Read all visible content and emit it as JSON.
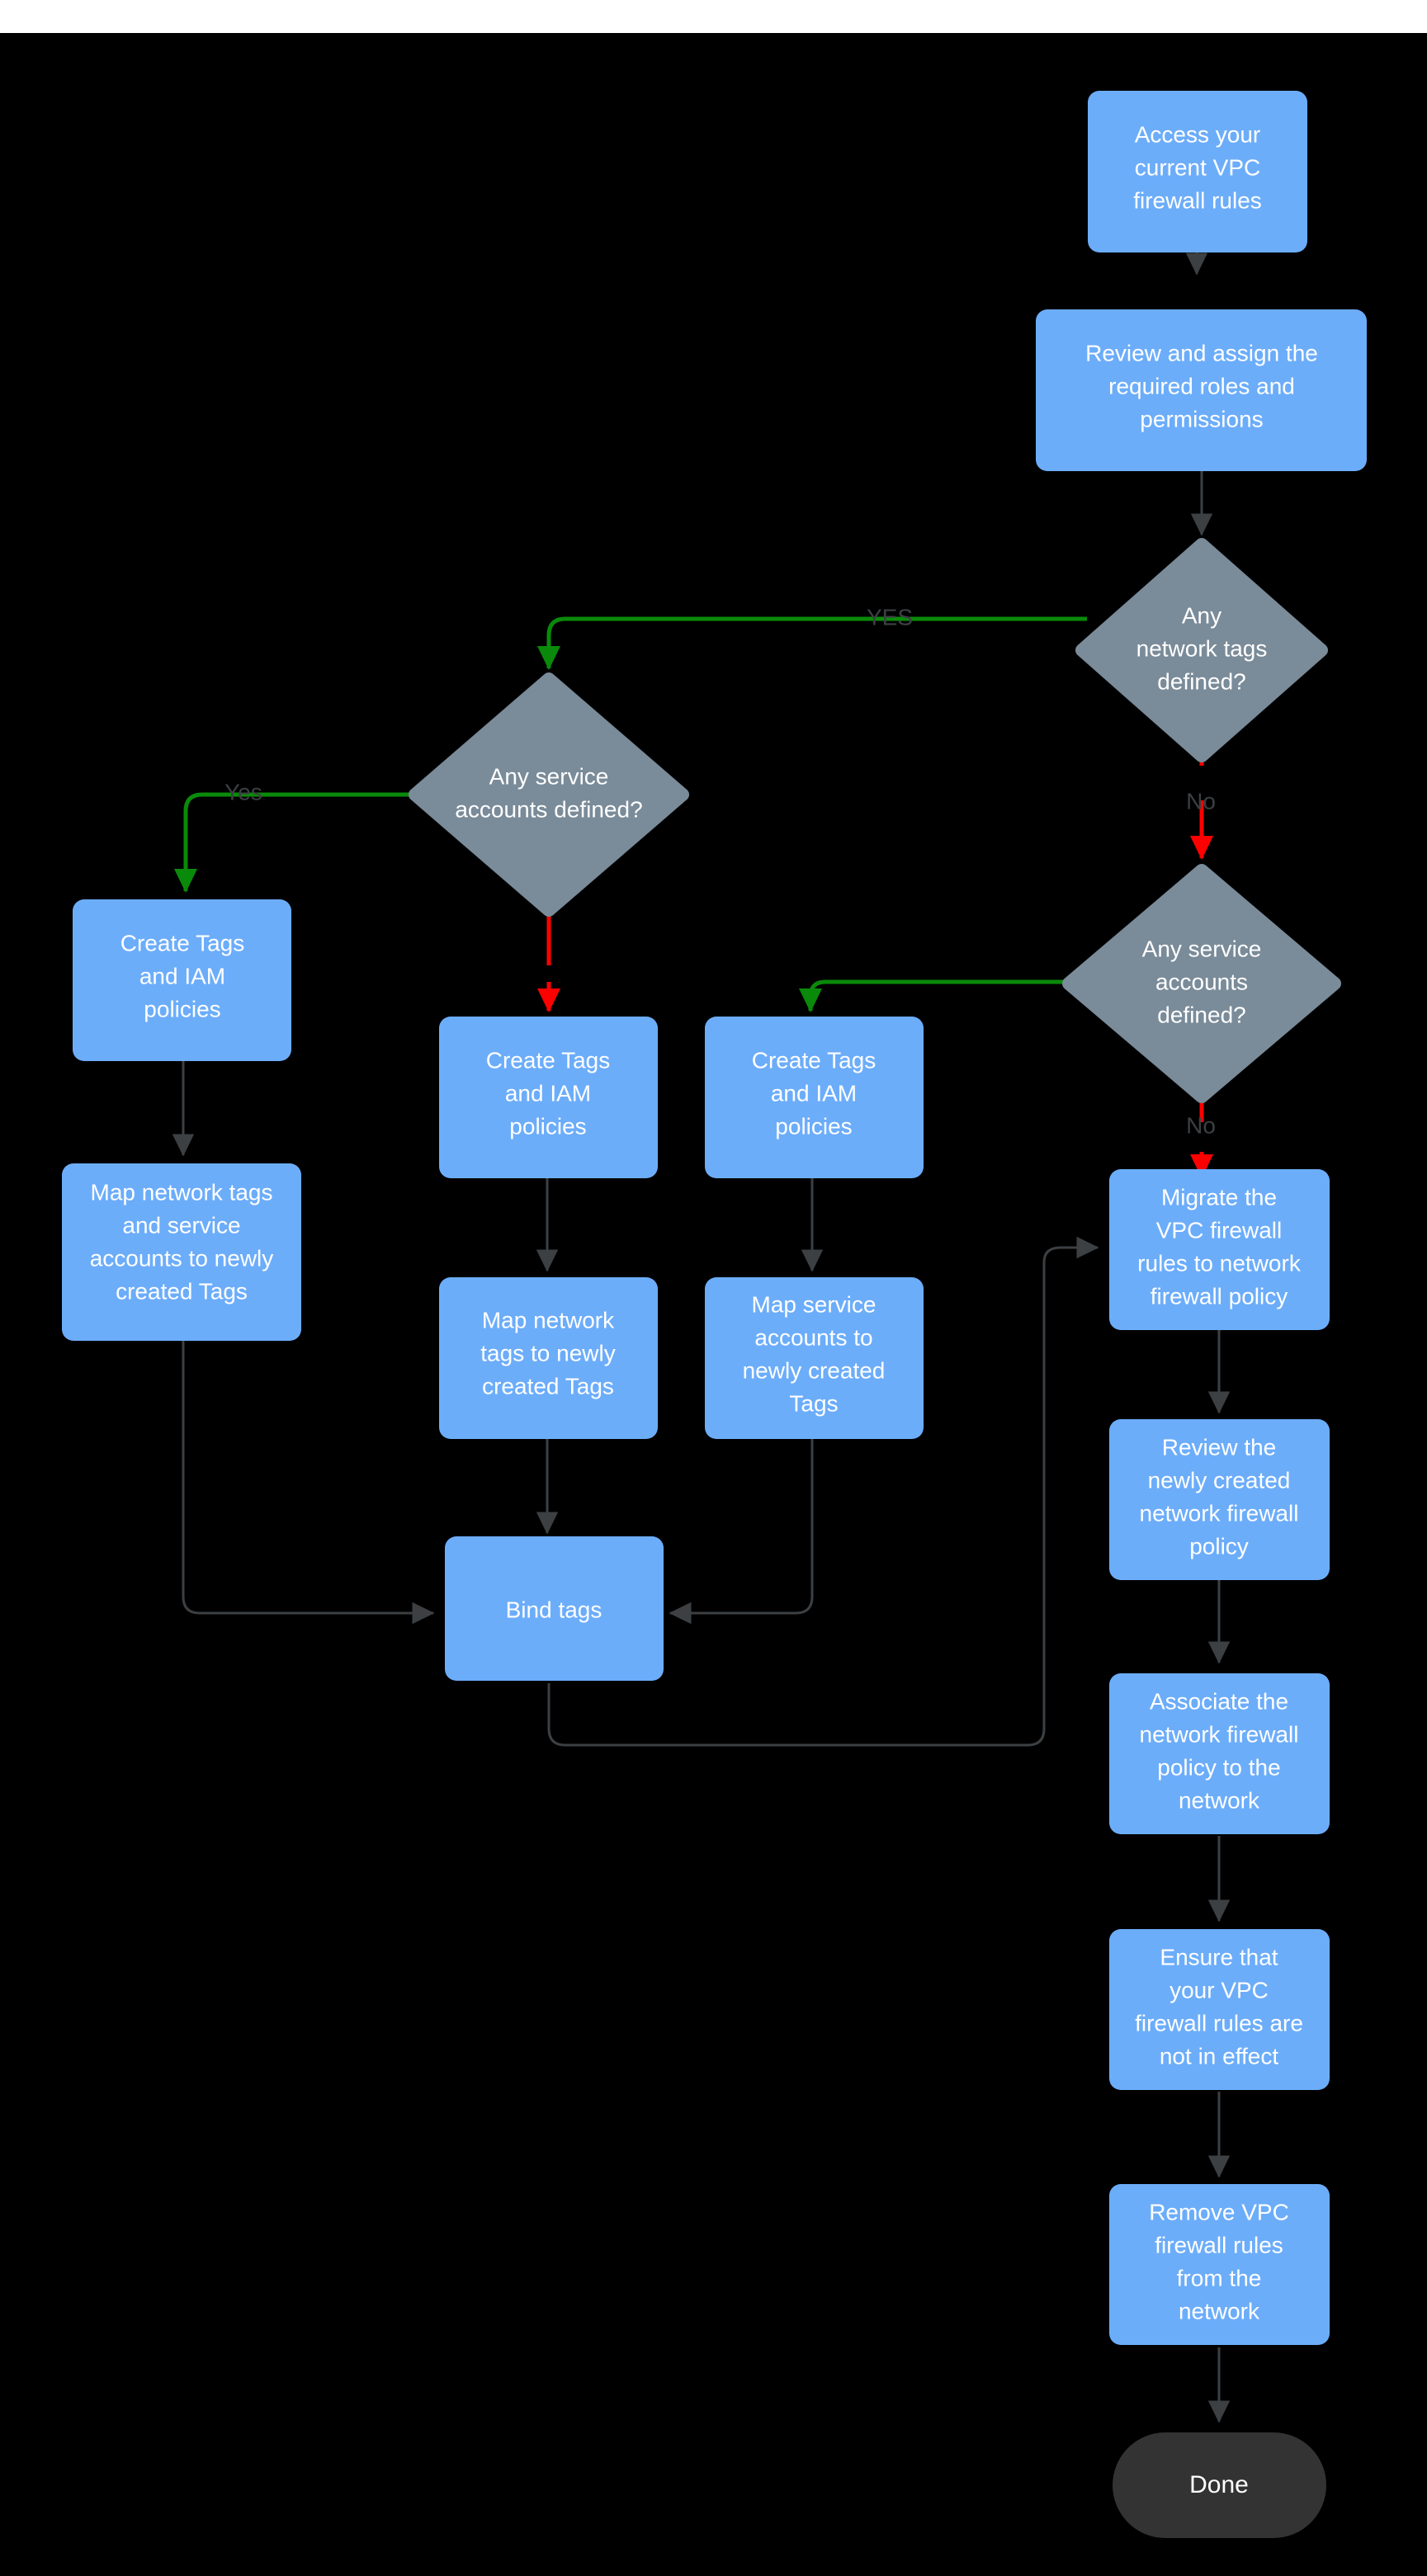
{
  "diagram": {
    "title_present": false,
    "background_color": "#000000",
    "colors": {
      "process_fill": "#6CADFA",
      "decision_fill": "#7A8B99",
      "terminal_fill": "#333333",
      "node_text": "#ffffff",
      "edge_default": "#3c4043",
      "edge_yes": "#0a8a0a",
      "edge_no": "#ff0000",
      "edge_label": "#3c4043"
    },
    "nodes": [
      {
        "id": "n1",
        "kind": "process",
        "lines": [
          "Access your",
          "current VPC",
          "firewall rules"
        ]
      },
      {
        "id": "n2",
        "kind": "process",
        "lines": [
          "Review and assign the",
          "required roles and",
          "permissions"
        ]
      },
      {
        "id": "d1",
        "kind": "decision",
        "lines": [
          "Any",
          "network tags",
          "defined?"
        ]
      },
      {
        "id": "d2",
        "kind": "decision",
        "lines": [
          "Any service",
          "accounts defined?"
        ]
      },
      {
        "id": "d3",
        "kind": "decision",
        "lines": [
          "Any service",
          "accounts",
          "defined?"
        ]
      },
      {
        "id": "n3",
        "kind": "process",
        "lines": [
          "Create Tags",
          "and IAM",
          "policies"
        ]
      },
      {
        "id": "n4",
        "kind": "process",
        "lines": [
          "Map network tags",
          "and service",
          "accounts to newly",
          "created Tags"
        ]
      },
      {
        "id": "n5",
        "kind": "process",
        "lines": [
          "Create Tags",
          "and IAM",
          "policies"
        ]
      },
      {
        "id": "n6",
        "kind": "process",
        "lines": [
          "Map network",
          "tags to newly",
          "created Tags"
        ]
      },
      {
        "id": "n7",
        "kind": "process",
        "lines": [
          "Create Tags",
          "and IAM",
          "policies"
        ]
      },
      {
        "id": "n8",
        "kind": "process",
        "lines": [
          "Map service",
          "accounts  to",
          "newly created",
          "Tags"
        ]
      },
      {
        "id": "n9",
        "kind": "process",
        "lines": [
          "Bind tags"
        ]
      },
      {
        "id": "n10",
        "kind": "process",
        "lines": [
          "Migrate the",
          "VPC firewall",
          "rules to network",
          "firewall policy"
        ]
      },
      {
        "id": "n11",
        "kind": "process",
        "lines": [
          "Review the",
          "newly created",
          "network firewall",
          "policy"
        ]
      },
      {
        "id": "n12",
        "kind": "process",
        "lines": [
          "Associate the",
          "network firewall",
          "policy to the",
          "network"
        ]
      },
      {
        "id": "n13",
        "kind": "process",
        "lines": [
          "Ensure that",
          "your VPC",
          "firewall rules are",
          "not in effect"
        ]
      },
      {
        "id": "n14",
        "kind": "process",
        "lines": [
          "Remove  VPC",
          "firewall rules",
          "from the",
          "network"
        ]
      },
      {
        "id": "t1",
        "kind": "terminal",
        "lines": [
          "Done"
        ]
      }
    ],
    "edge_labels": {
      "d1_yes": "YES",
      "d1_no": "No",
      "d2_yes": "Yes",
      "d3_no": "No"
    },
    "edges": [
      {
        "from": "n1",
        "to": "n2",
        "label": "",
        "style": "default"
      },
      {
        "from": "n2",
        "to": "d1",
        "label": "",
        "style": "default"
      },
      {
        "from": "d1",
        "to": "d2",
        "label": "YES",
        "style": "yes"
      },
      {
        "from": "d1",
        "to": "d3",
        "label": "No",
        "style": "no"
      },
      {
        "from": "d2",
        "to": "n3",
        "label": "Yes",
        "style": "yes"
      },
      {
        "from": "d2",
        "to": "n5",
        "label": "",
        "style": "no"
      },
      {
        "from": "n3",
        "to": "n4",
        "label": "",
        "style": "default"
      },
      {
        "from": "n4",
        "to": "n9",
        "label": "",
        "style": "default"
      },
      {
        "from": "n5",
        "to": "n6",
        "label": "",
        "style": "default"
      },
      {
        "from": "n6",
        "to": "n9",
        "label": "",
        "style": "default"
      },
      {
        "from": "d3",
        "to": "n7",
        "label": "",
        "style": "yes"
      },
      {
        "from": "d3",
        "to": "n10",
        "label": "No",
        "style": "no"
      },
      {
        "from": "n7",
        "to": "n8",
        "label": "",
        "style": "default"
      },
      {
        "from": "n8",
        "to": "n9",
        "label": "",
        "style": "default"
      },
      {
        "from": "n9",
        "to": "n10",
        "label": "",
        "style": "default"
      },
      {
        "from": "n10",
        "to": "n11",
        "label": "",
        "style": "default"
      },
      {
        "from": "n11",
        "to": "n12",
        "label": "",
        "style": "default"
      },
      {
        "from": "n12",
        "to": "n13",
        "label": "",
        "style": "default"
      },
      {
        "from": "n13",
        "to": "n14",
        "label": "",
        "style": "default"
      },
      {
        "from": "n14",
        "to": "t1",
        "label": "",
        "style": "default"
      }
    ]
  }
}
